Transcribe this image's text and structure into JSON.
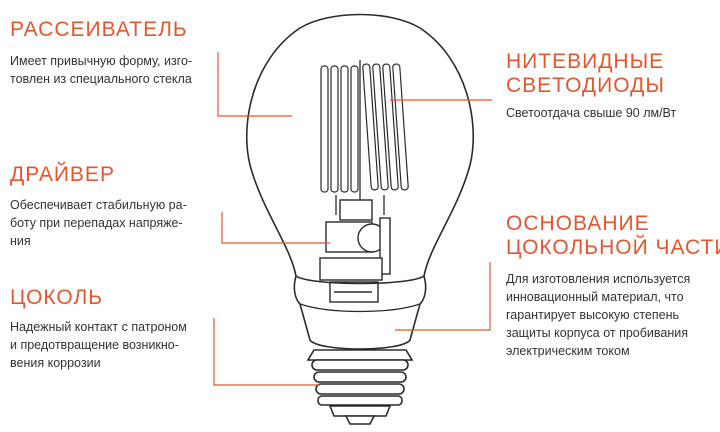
{
  "colors": {
    "accent": "#e4572e",
    "text": "#333333",
    "outline": "#2b2b2b"
  },
  "labels": {
    "diffuser": {
      "title": "РАССЕИВАТЕЛЬ",
      "lines": [
        "Имеет привычную форму, изго-",
        "товлен из специального стекла"
      ]
    },
    "driver": {
      "title": "ДРАЙВЕР",
      "lines": [
        "Обеспечивает стабильную ра-",
        "боту при перепадах напряже-",
        "ния"
      ]
    },
    "cap": {
      "title": "ЦОКОЛЬ",
      "lines": [
        "Надежный контакт с патроном",
        "и предотвращение возникно-",
        "вения коррозии"
      ]
    },
    "filament": {
      "title_lines": [
        "НИТЕВИДНЫЕ",
        "СВЕТОДИОДЫ"
      ],
      "lines": [
        "Светоотдача свыше 90 лм/Вт"
      ]
    },
    "base": {
      "title_lines": [
        "ОСНОВАНИЕ",
        "ЦОКОЛЬНОЙ ЧАСТИ"
      ],
      "lines": [
        "Для изготовления используется",
        "инновационный материал, что",
        "гарантирует высокую степень",
        "защиты корпуса от пробивания",
        "электрическим током"
      ]
    }
  }
}
